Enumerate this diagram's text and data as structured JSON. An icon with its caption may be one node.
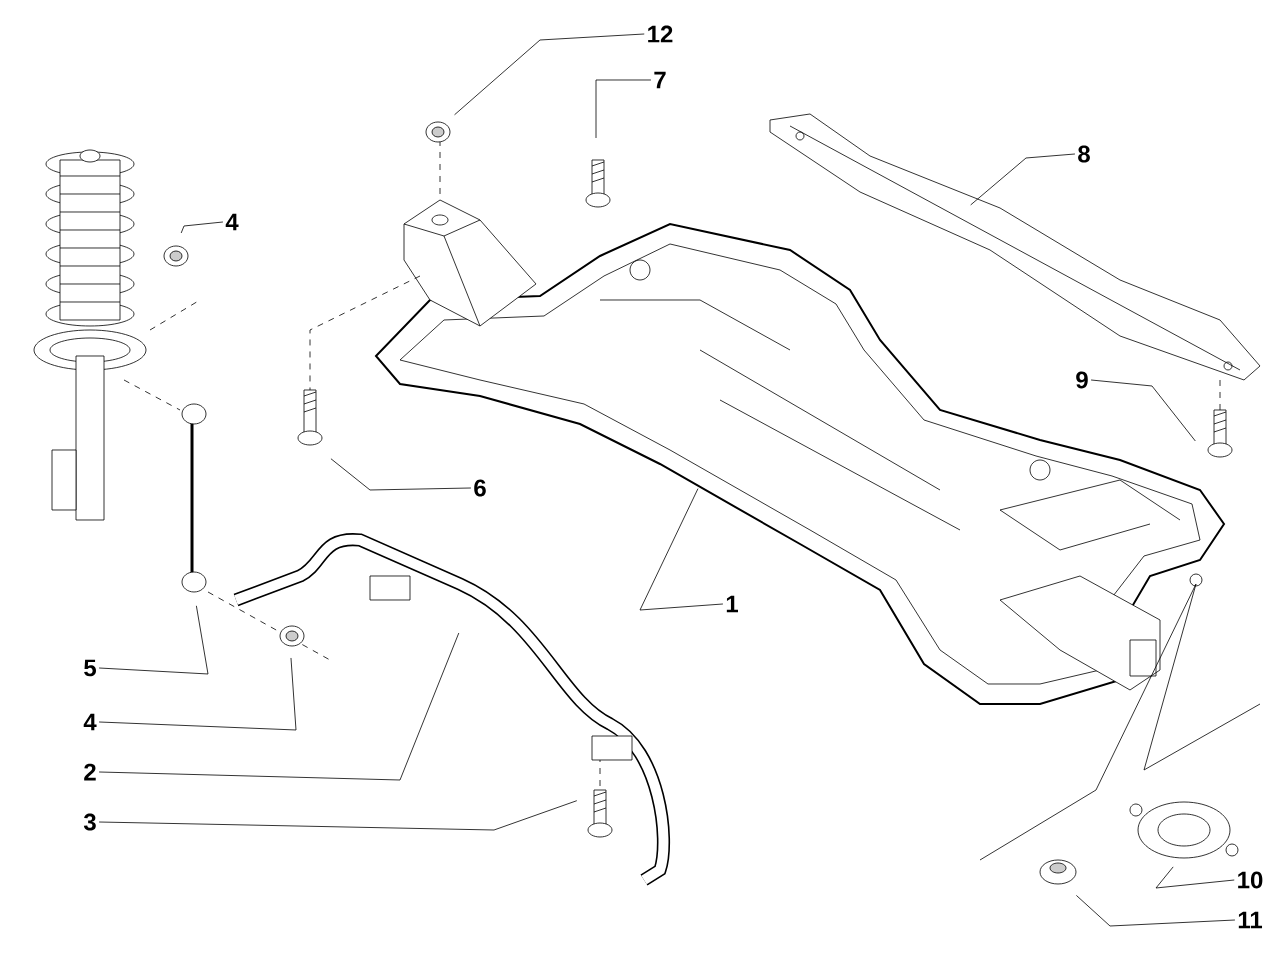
{
  "diagram": {
    "nodes": [
      {
        "text": [
          "12"
        ]
      },
      {
        "text": [
          "7"
        ]
      },
      {
        "text": [
          "8"
        ]
      },
      {
        "text": [
          "4"
        ]
      },
      {
        "text": [
          "9"
        ]
      },
      {
        "text": [
          "6"
        ]
      },
      {
        "text": [
          "1"
        ]
      },
      {
        "text": [
          "5"
        ]
      },
      {
        "text": [
          "4"
        ]
      },
      {
        "text": [
          "2"
        ]
      },
      {
        "text": [
          "3"
        ]
      },
      {
        "text": [
          "10"
        ]
      },
      {
        "text": [
          "11"
        ]
      }
    ],
    "edges": [
      {
        "from": 0,
        "to": null,
        "arrow": "none"
      },
      {
        "from": 1,
        "to": null,
        "arrow": "none"
      },
      {
        "from": 2,
        "to": null,
        "arrow": "none"
      },
      {
        "from": 3,
        "to": null,
        "arrow": "none"
      },
      {
        "from": 4,
        "to": null,
        "arrow": "none"
      },
      {
        "from": 5,
        "to": null,
        "arrow": "none"
      },
      {
        "from": 6,
        "to": null,
        "arrow": "none"
      },
      {
        "from": 7,
        "to": null,
        "arrow": "none"
      },
      {
        "from": 8,
        "to": null,
        "arrow": "none"
      },
      {
        "from": 9,
        "to": null,
        "arrow": "none"
      },
      {
        "from": 10,
        "to": null,
        "arrow": "none"
      },
      {
        "from": 11,
        "to": null,
        "arrow": "none"
      },
      {
        "from": 12,
        "to": null,
        "arrow": "none"
      }
    ]
  }
}
